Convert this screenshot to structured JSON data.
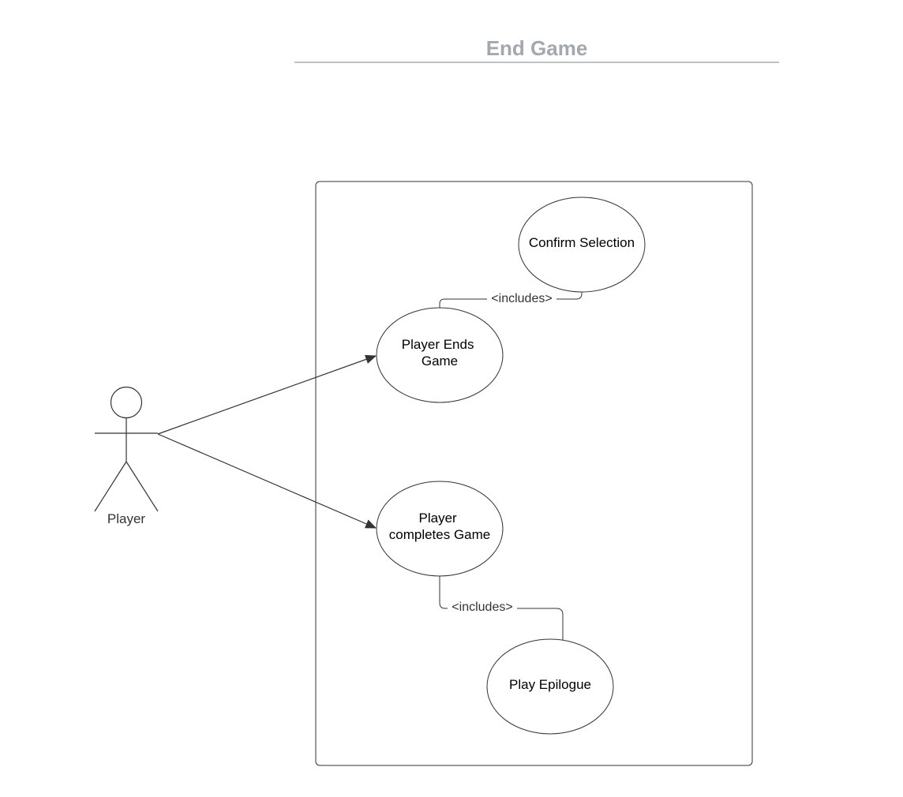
{
  "diagram": {
    "title": "End Game",
    "title_color": "#a3a8b0",
    "rule_color": "#a9adb3",
    "actor": {
      "name": "Player"
    },
    "use_cases": {
      "confirm_selection": {
        "lines": [
          "Confirm Selection"
        ]
      },
      "player_ends_game": {
        "lines": [
          "Player Ends",
          "Game"
        ]
      },
      "player_completes_game": {
        "lines": [
          "Player",
          "completes Game"
        ]
      },
      "play_epilogue": {
        "lines": [
          "Play Epilogue"
        ]
      }
    },
    "relations": {
      "includes_top": "<includes>",
      "includes_bottom": "<includes>"
    }
  }
}
